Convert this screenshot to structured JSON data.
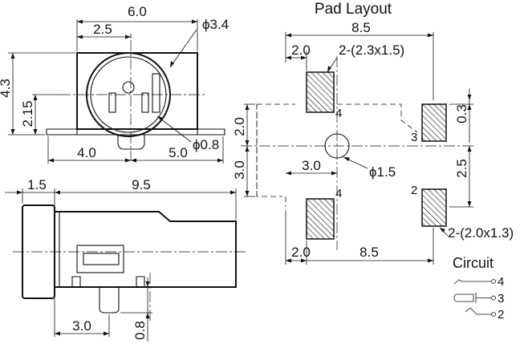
{
  "top_view": {
    "dim_width": "6.0",
    "dim_center": "2.5",
    "dim_diameter_outer": "ϕ3.4",
    "dim_height_total": "4.3",
    "dim_height_center": "2.15",
    "dim_left": "4.0",
    "dim_right": "5.0",
    "dim_pin_diameter": "ϕ0.8"
  },
  "side_view": {
    "dim_flange": "1.5",
    "dim_length": "9.5",
    "dim_pin_offset": "3.0",
    "dim_pin_height": "0.8"
  },
  "pad_layout": {
    "title": "Pad Layout",
    "dim_total_width": "8.5",
    "dim_pad_left": "2.0",
    "label_pads_large": "2-(2.3x1.5)",
    "dim_right_offset": "0.3",
    "dim_upper_height": "2.0",
    "dim_lower_height": "3.0",
    "dim_center_offset": "3.0",
    "dim_hole": "ϕ1.5",
    "dim_right_spacing": "2.5",
    "label_pads_small": "2-(2.0x1.3)",
    "dim_bottom_left": "2.0",
    "dim_bottom_width": "8.5",
    "pin_4_top": "4",
    "pin_3": "3",
    "pin_4_bottom": "4",
    "pin_2": "2"
  },
  "circuit": {
    "title": "Circuit",
    "pin_4": "4",
    "pin_3": "3",
    "pin_2": "2"
  }
}
